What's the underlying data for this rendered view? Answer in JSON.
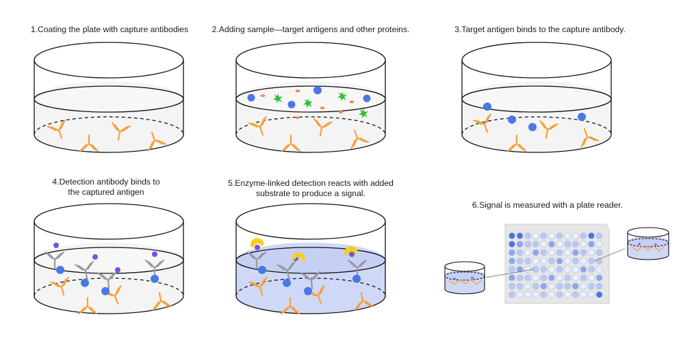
{
  "steps": [
    {
      "lines": [
        "1.Coating the plate with capture antibodies"
      ]
    },
    {
      "lines": [
        "2.Adding sample—target antigens and other proteins."
      ]
    },
    {
      "lines": [
        "3.Target antigen binds to the capture antibody."
      ]
    },
    {
      "lines": [
        "4.Detection antibody binds to",
        "the captured antigen"
      ]
    },
    {
      "lines": [
        "5.Enzyme-linked detection reacts with added",
        "substrate to produce a signal."
      ]
    },
    {
      "lines": [
        "6.Signal is measured with a plate reader."
      ]
    }
  ],
  "colors": {
    "antibody": "#f5a13c",
    "antigen": "#4a78e6",
    "protein_small": "#f08c50",
    "protein_star": "#2ec230",
    "detection_antibody": "#9a9a9a",
    "detection_tag": "#7b4fe0",
    "enzyme": "#f5d020",
    "substrate_fill": "#cfd8f7",
    "outline": "#111111"
  },
  "plate_reader": {
    "rows": 8,
    "cols": 12,
    "well_levels": [
      [
        3,
        3,
        1,
        0,
        1,
        0,
        1,
        0,
        0,
        1,
        3,
        1
      ],
      [
        3,
        2,
        1,
        1,
        0,
        2,
        0,
        1,
        1,
        0,
        2,
        0
      ],
      [
        2,
        1,
        0,
        2,
        1,
        0,
        1,
        0,
        2,
        1,
        0,
        1
      ],
      [
        2,
        1,
        1,
        0,
        0,
        1,
        2,
        0,
        1,
        0,
        1,
        1
      ],
      [
        1,
        2,
        0,
        1,
        1,
        0,
        1,
        0,
        0,
        2,
        1,
        0
      ],
      [
        2,
        1,
        1,
        0,
        1,
        2,
        0,
        1,
        0,
        1,
        0,
        2
      ],
      [
        1,
        1,
        0,
        1,
        2,
        0,
        1,
        1,
        2,
        0,
        1,
        1
      ],
      [
        1,
        0,
        0,
        0,
        1,
        0,
        1,
        0,
        1,
        0,
        0,
        3
      ]
    ]
  }
}
